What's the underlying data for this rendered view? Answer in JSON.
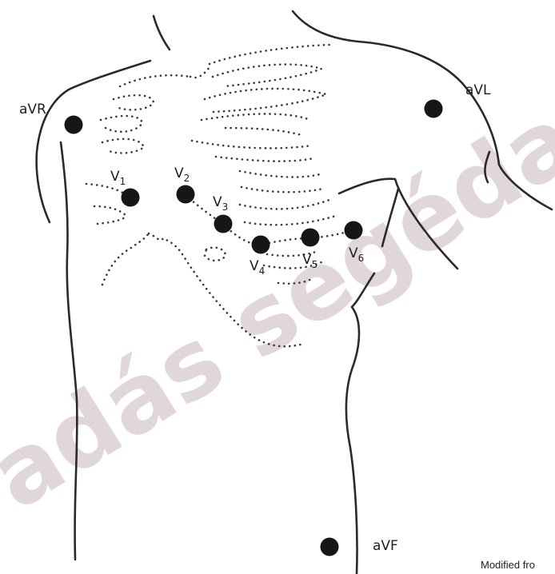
{
  "watermark": "adás segédanya",
  "credit": "Modified fro",
  "leads": {
    "avr": "aVR",
    "avl": "aVL",
    "avf": "aVF",
    "v1": {
      "base": "V",
      "sub": "1"
    },
    "v2": {
      "base": "V",
      "sub": "2"
    },
    "v3": {
      "base": "V",
      "sub": "3"
    },
    "v4": {
      "base": "V",
      "sub": "4"
    },
    "v5": {
      "base": "V",
      "sub": "5"
    },
    "v6": {
      "base": "V",
      "sub": "6"
    }
  }
}
